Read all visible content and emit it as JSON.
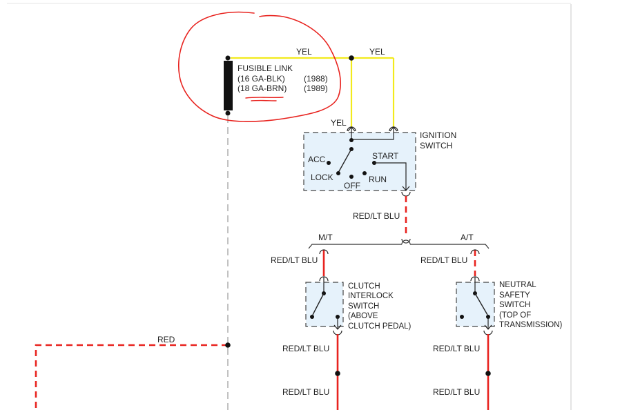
{
  "fusible_link": {
    "title": "FUSIBLE LINK",
    "line1": "(16 GA-BLK)",
    "year1": "(1988)",
    "line2": "(18 GA-BRN)",
    "year2": "(1989)"
  },
  "wires": {
    "yel_1": "YEL",
    "yel_2": "YEL",
    "yel_3": "YEL",
    "red_lt_blu_ign": "RED/LT BLU",
    "mt": "M/T",
    "at": "A/T",
    "red_lt_blu_mt": "RED/LT BLU",
    "red_lt_blu_at": "RED/LT BLU",
    "red": "RED",
    "red_lt_blu_mt_lower1": "RED/LT BLU",
    "red_lt_blu_at_lower1": "RED/LT BLU",
    "red_lt_blu_mt_lower2": "RED/LT BLU",
    "red_lt_blu_at_lower2": "RED/LT BLU"
  },
  "ignition_switch": {
    "name_line1": "IGNITION",
    "name_line2": "SWITCH",
    "acc": "ACC",
    "lock": "LOCK",
    "off": "OFF",
    "run": "RUN",
    "start": "START"
  },
  "clutch_switch": {
    "line1": "CLUTCH",
    "line2": "INTERLOCK",
    "line3": "SWITCH",
    "line4": "(ABOVE",
    "line5": "CLUTCH PEDAL)"
  },
  "neutral_switch": {
    "line1": "NEUTRAL",
    "line2": "SAFETY",
    "line3": "SWITCH",
    "line4": "(TOP OF",
    "line5": "TRANSMISSION)"
  },
  "colors": {
    "yellow_wire": "#f2ea1c",
    "red_wire": "#e8231f",
    "annotation": "#e8231f",
    "switch_fill": "#e6f2fb"
  }
}
